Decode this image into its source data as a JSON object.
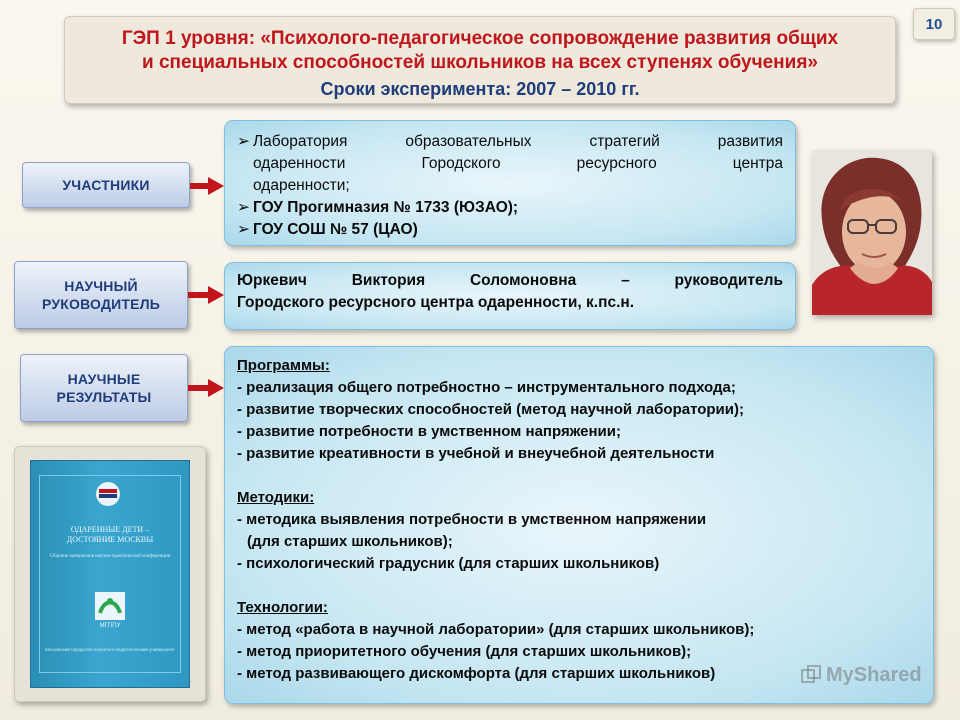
{
  "page_number": "10",
  "title": {
    "line1": "ГЭП 1 уровня: «Психолого-педагогическое сопровождение развития общих",
    "line2": "и специальных способностей школьников на всех ступенях обучения»",
    "period": "Сроки эксперимента: 2007 – 2010 гг."
  },
  "labels": {
    "participants": "УЧАСТНИКИ",
    "supervisor_line1": "НАУЧНЫЙ",
    "supervisor_line2": "РУКОВОДИТЕЛЬ",
    "results_line1": "НАУЧНЫЕ",
    "results_line2": "РЕЗУЛЬТАТЫ"
  },
  "participants": {
    "item1_line1": "Лаборатория образовательных стратегий развития",
    "item1_line2": "одаренности Городского ресурсного центра",
    "item1_line3": "одаренности;",
    "item2": "ГОУ Прогимназия № 1733 (ЮЗАО);",
    "item3": "ГОУ СОШ № 57 (ЦАО)",
    "bullet_glyph": "➢"
  },
  "supervisor": {
    "line1": "Юркевич Виктория Соломоновна – руководитель",
    "line2": "Городского ресурсного центра одаренности, к.пс.н."
  },
  "results": {
    "programs_head": "Программы:",
    "programs": [
      "- реализация общего потребностно – инструментального подхода;",
      "- развитие творческих способностей (метод научной лаборатории);",
      "- развитие потребности в умственном напряжении;",
      "- развитие креативности в учебной и внеучебной деятельности"
    ],
    "methods_head": "Методики:",
    "methods": [
      "- методика выявления потребности в умственном напряжении",
      "   (для старших школьников);",
      "- психологический градусник (для старших школьников)"
    ],
    "tech_head": "Технологии:",
    "tech": [
      "- метод «работа в научной лаборатории» (для старших школьников);",
      "- метод приоритетного обучения (для старших школьников);",
      "- метод развивающего дискомфорта (для старших школьников)"
    ]
  },
  "book": {
    "title_line1": "ОДАРЕННЫЕ ДЕТИ –",
    "title_line2": "ДОСТОЯНИЕ МОСКВЫ",
    "subtitle": "Сборник материалов научно-практической конференции",
    "logo_text": "МГППУ",
    "footer": "Московский городской психолого-педагогический университет"
  },
  "watermark": "MyShared",
  "colors": {
    "title_red": "#c0161b",
    "title_blue": "#1f3d7a",
    "arrow_red": "#c0161b",
    "box_blue": "#c5e6f2"
  }
}
